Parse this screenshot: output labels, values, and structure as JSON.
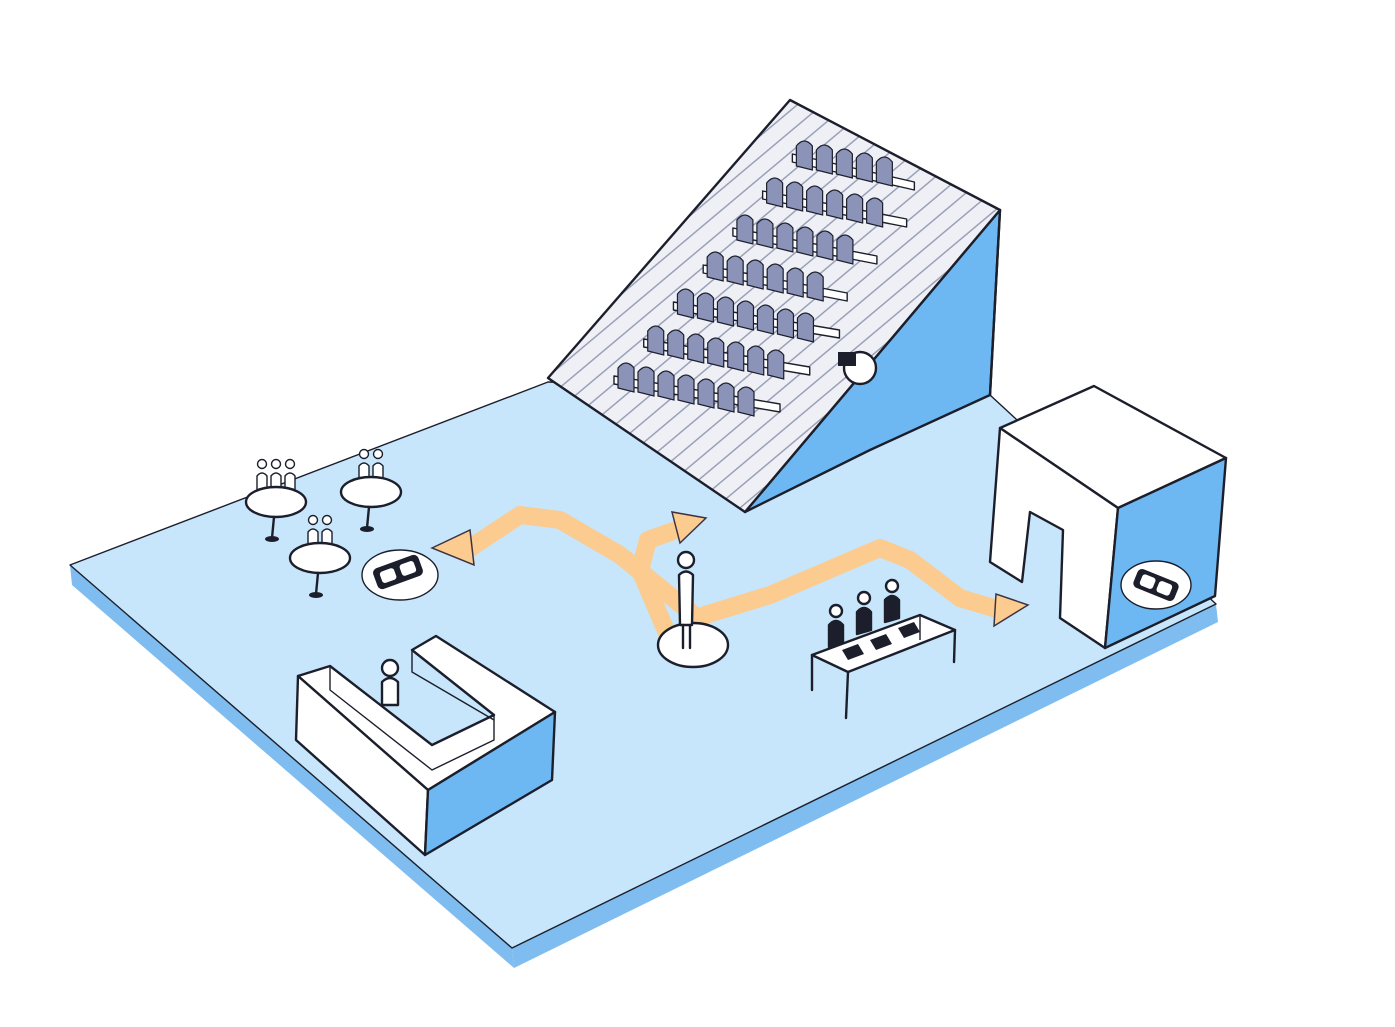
{
  "colors": {
    "background": "#ffffff",
    "floor_top": "#c7e6fb",
    "floor_edge": "#7fbdf0",
    "wall_side": "#6db8f2",
    "ink": "#1c1f2b",
    "path_fill": "#fccb8f",
    "path_stroke": "#3d3340",
    "seat": "#8c93b8",
    "stair_shade": "#d9dce8"
  },
  "elements": [
    "floor-platform",
    "auditorium-tiered-seating",
    "room-box-right",
    "reception-counter",
    "cafe-tables",
    "worktable-with-people",
    "standing-person-on-spot",
    "path-arrows",
    "vr-headset-icons"
  ],
  "icons": [
    "person-icon",
    "vr-headset-icon",
    "arrow-icon",
    "camera-icon"
  ]
}
